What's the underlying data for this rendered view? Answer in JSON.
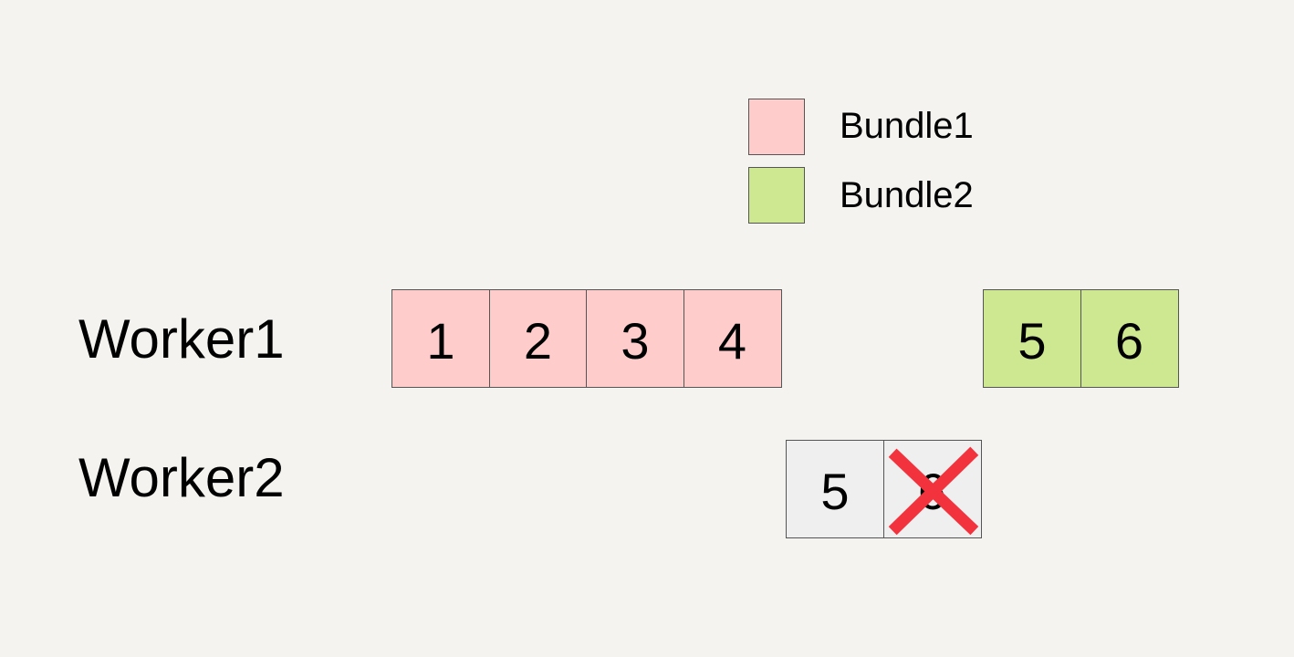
{
  "colors": {
    "bundle1": "#ffcccc",
    "bundle2": "#cde890",
    "unassigned": "#efefef",
    "border": "#555555",
    "cross": "#f2333d"
  },
  "legend": [
    {
      "label": "Bundle1",
      "color_key": "bundle1"
    },
    {
      "label": "Bundle2",
      "color_key": "bundle2"
    }
  ],
  "workers": [
    {
      "label": "Worker1",
      "groups": [
        {
          "bundle": "bundle1",
          "cells": [
            "1",
            "2",
            "3",
            "4"
          ]
        },
        {
          "bundle": "bundle2",
          "cells": [
            "5",
            "6"
          ]
        }
      ]
    },
    {
      "label": "Worker2",
      "groups": [
        {
          "bundle": "unassigned",
          "cells": [
            "5",
            "6"
          ],
          "crossed": [
            "6"
          ]
        }
      ]
    }
  ],
  "icons": {
    "cross": "x-mark-icon"
  }
}
